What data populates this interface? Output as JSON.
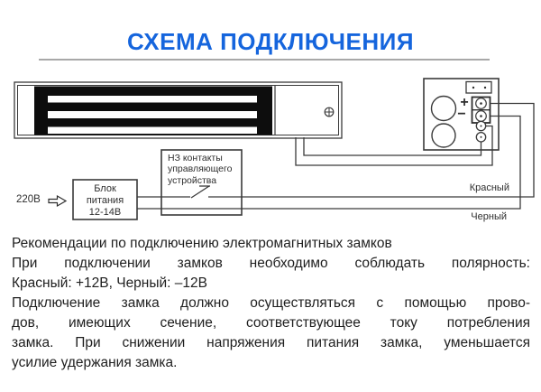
{
  "title": "СХЕМА ПОДКЛЮЧЕНИЯ",
  "diagram": {
    "mains_label": "220В",
    "psu_label": "Блок\nпитания\n12-14В",
    "nc_label": "НЗ контакты\nуправляющего\nустройства",
    "red_wire_label": "Красный",
    "black_wire_label": "Черный",
    "plus_label": "+",
    "minus_label": "−"
  },
  "body": {
    "lines": [
      "Рекомендации по подключению электромагнитных замков",
      "При подключении замков необходимо соблюдать полярность:",
      "Красный: +12В, Черный: –12В",
      "Подключение замка должно осуществляться с помощью прово-",
      "дов, имеющих сечение, соответствующее току потребления",
      "замка. При снижении напряжения питания замка, уменьшается",
      "усилие удержания замка."
    ]
  },
  "colors": {
    "title_blue": "#1565dd",
    "rule_gray": "#a8a8a8",
    "diagram_stroke": "#3a3a3a",
    "magnet_black": "#0d0d0d",
    "body_text": "#1f1f1f"
  }
}
